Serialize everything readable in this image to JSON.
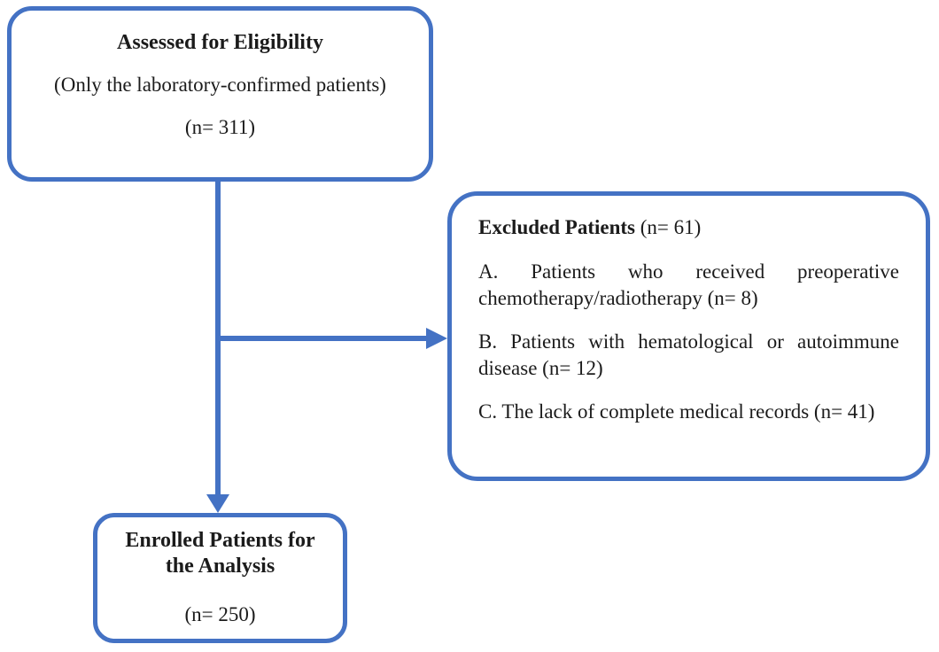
{
  "diagram": {
    "accent_color": "#4472C4",
    "text_color": "#1b1b1b",
    "assessed_box": {
      "title": "Assessed for Eligibility",
      "subtitle": "(Only the laboratory-confirmed patients)",
      "count": "(n= 311)"
    },
    "excluded_box": {
      "title": "Excluded Patients",
      "count": " (n= 61)",
      "items": [
        "A. Patients who received preoperative chemotherapy/radiotherapy (n= 8)",
        "B. Patients with hematological or autoimmune disease (n= 12)",
        "C. The lack of complete medical records (n= 41)"
      ]
    },
    "enrolled_box": {
      "title": "Enrolled Patients for the Analysis",
      "count": "(n= 250)"
    }
  }
}
